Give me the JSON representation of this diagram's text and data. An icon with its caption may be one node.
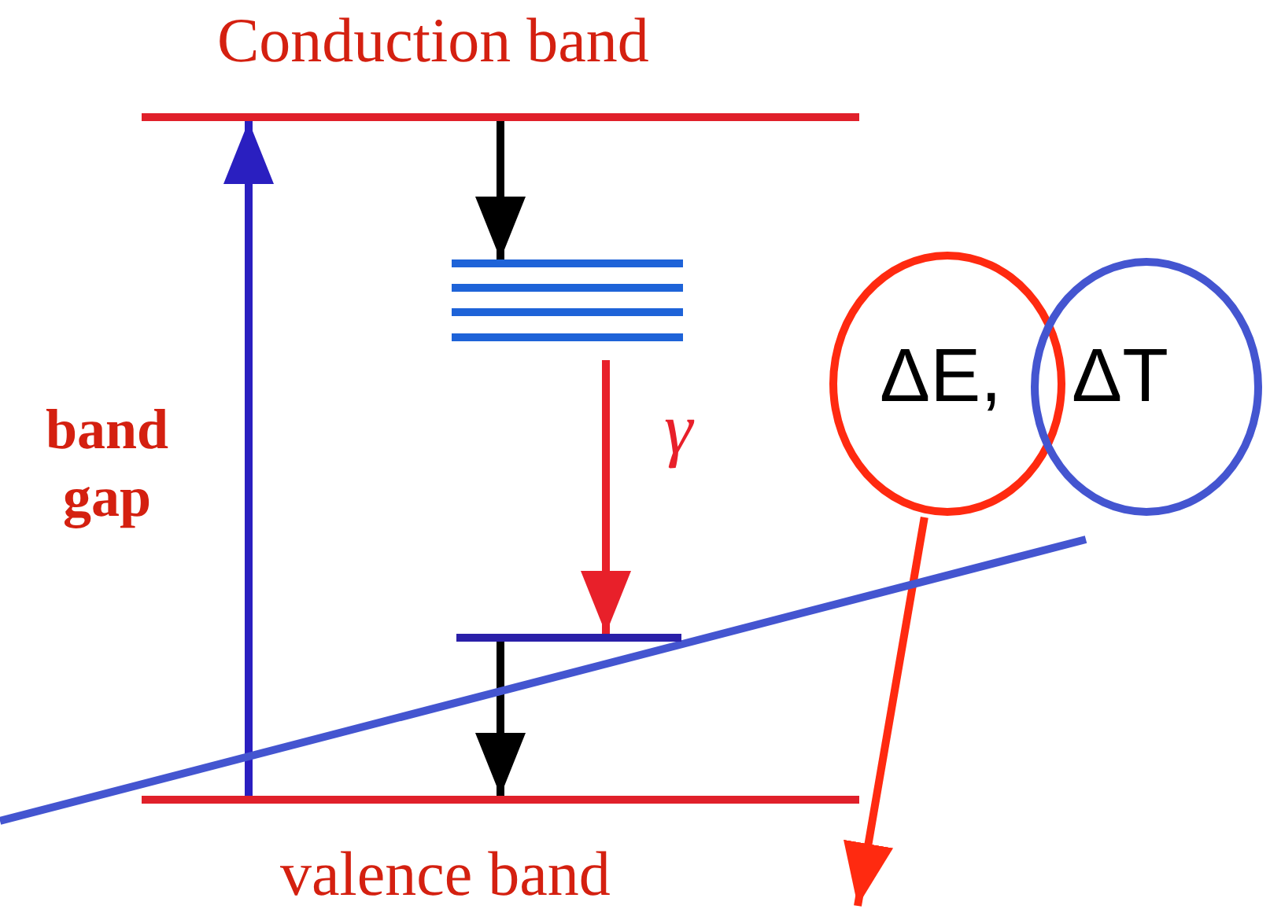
{
  "diagram": {
    "nodes": [
      {
        "text": [],
        "shape": "bar"
      },
      {
        "text": [],
        "shape": "bar"
      },
      {
        "text": [],
        "shape": "bar"
      },
      {
        "text": [],
        "shape": "bar"
      },
      {
        "text": [
          "ΔE,"
        ]
      },
      {
        "text": [
          "ΔT"
        ]
      }
    ],
    "edges": [
      {
        "from": 3,
        "to": 0,
        "arrow": "to",
        "color": "#2a1fc0"
      },
      {
        "from": 0,
        "to": 1,
        "arrow": "to"
      },
      {
        "from": 1,
        "to": 2,
        "arrow": "to",
        "label": "γ",
        "color": "#e8202a"
      },
      {
        "from": 2,
        "to": 3,
        "arrow": "to"
      },
      {
        "from": 4,
        "to": null,
        "arrow": "to",
        "color": "#ff2a10"
      },
      {
        "from": null,
        "to": 5,
        "arrow": "none",
        "color": "#4455d0"
      }
    ],
    "labels": [
      "Conduction band",
      "band gap",
      "valence band"
    ]
  }
}
